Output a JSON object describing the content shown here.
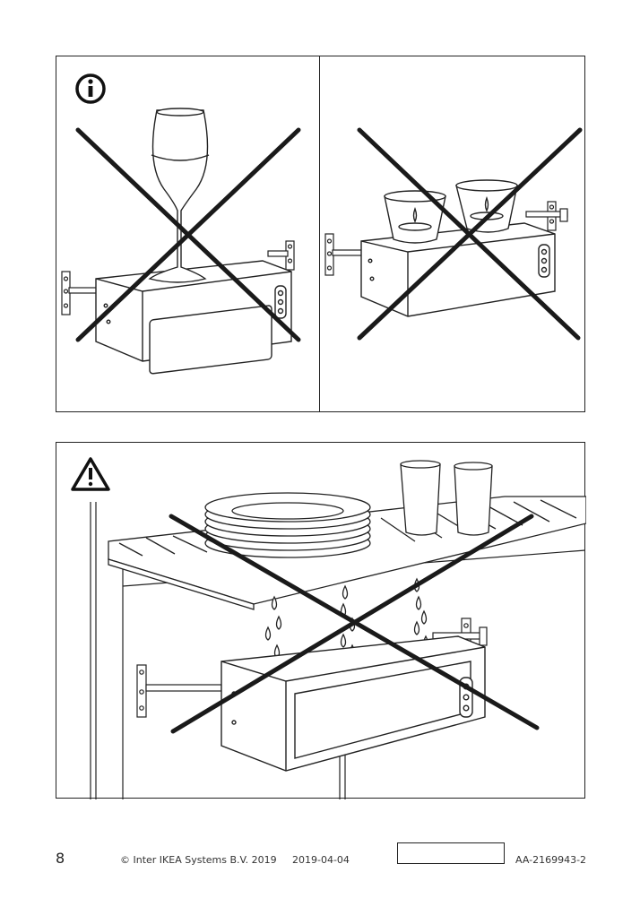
{
  "page": {
    "number": "8",
    "copyright": "© Inter IKEA Systems B.V. 2019",
    "date": "2019-04-04",
    "doc_id": "AA-2169943-2"
  },
  "icons": {
    "info": "info-icon",
    "warning": "warning-icon",
    "prohibited": "prohibited-x-icon"
  },
  "colors": {
    "line": "#222222",
    "cross": "#1a1a1a"
  }
}
